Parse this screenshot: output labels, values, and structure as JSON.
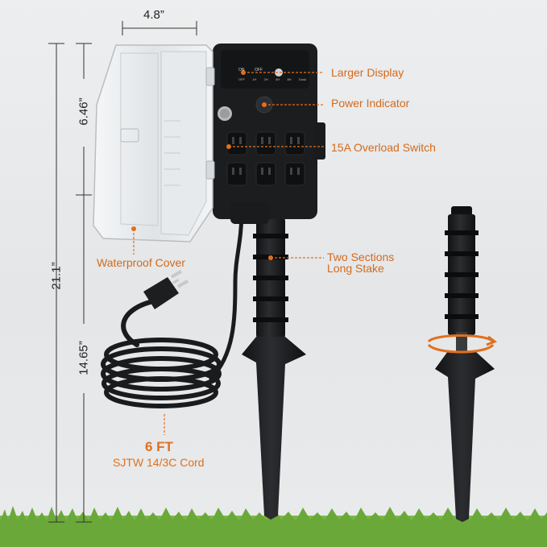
{
  "dimensions": {
    "width_label": "4.8”",
    "cover_height_label": "6.46”",
    "total_height_label": "21.1”",
    "stake_height_label": "14.65”"
  },
  "device_labels": {
    "on": "ON",
    "off": "OFF",
    "dial_marks": [
      "OFF",
      "1H",
      "2H",
      "4H",
      "8H",
      "Dusk"
    ]
  },
  "callouts": {
    "display": "Larger Display",
    "power_indicator": "Power Indicator",
    "overload_switch": "15A Overload Switch",
    "stake_line1": "Two Sections",
    "stake_line2": "Long Stake",
    "cover": "Waterproof Cover"
  },
  "cord": {
    "length": "6 FT",
    "type": "SJTW 14/3C Cord"
  },
  "colors": {
    "accent": "#e0701e",
    "device": "#1c1d1f",
    "background": "#e6e8e9",
    "grass": "#5f9a33"
  }
}
